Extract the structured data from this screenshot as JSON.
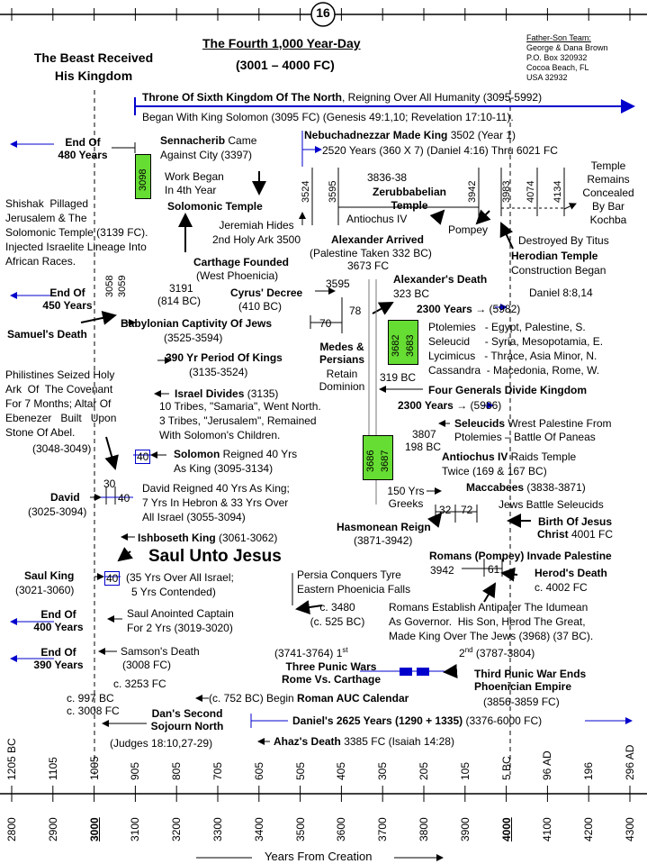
{
  "page_number": "16",
  "title_left": [
    "The Beast Received",
    "His Kingdom"
  ],
  "title_main": "The Fourth 1,000 Year-Day",
  "title_sub": "(3001 – 4000 FC)",
  "team": [
    "Father-Son Team:",
    "George & Dana Brown",
    "P.O. Box 320932",
    "Cocoa Beach, FL",
    "USA 32932"
  ],
  "throne": {
    "bold": "Throne Of Sixth Kingdom Of The North",
    "rest": ", Reigning Over All Humanity (3095-5992)",
    "line2": "Began With King Solomon (3095 FC) (Genesis 49:1,10; Revelation 17:10-11)."
  },
  "big_label": "Saul Unto Jesus",
  "colors": {
    "arrow": "#0000cc",
    "green": "#66dd33"
  },
  "labels": {
    "end480": [
      "End Of",
      "480 Years"
    ],
    "sennacherib_b": "Sennacherib",
    "sennacherib_r": " Came",
    "sennacherib_2": "Against City (3397)",
    "nebu_b": "Nebuchadnezzar Made King",
    "nebu_r": " 3502 (Year 1)",
    "nebu_2": "2520 Years (360 X 7) (Daniel 4:16) Thru 6021 FC",
    "work_began": [
      "Work Began",
      "In 4th Year"
    ],
    "zerub_num": "3836-38",
    "zerub": [
      "Zerubbabelian",
      "Temple"
    ],
    "antiochus_iv_small": "Antiochus IV",
    "pompey": "Pompey",
    "temple_remains": [
      "Temple",
      "Remains",
      "Concealed",
      "By Bar",
      "Kochba"
    ],
    "shishak": "Shishak  Pillaged\nJerusalem & The\nSolomonic Temple (3139 FC).\nInjected Israelite Lineage Into\nAfrican Races.",
    "solomonic_temple": "Solomonic Temple",
    "jeremiah": [
      "Jeremiah Hides",
      "2nd Holy Ark 3500"
    ],
    "alexander_arrived": "Alexander Arrived",
    "alexander_arrived_2": "(Palestine Taken 332 BC)",
    "alexander_arrived_3": "3673 FC",
    "destroyed_titus": "Destroyed By Titus",
    "herodian_b": "Herodian Temple",
    "herodian_r": "Construction Began",
    "carthage_b": "Carthage Founded",
    "carthage_r": "(West Phoenicia)",
    "carthage_3191": "3191",
    "carthage_814": "(814 BC)",
    "alex_death_b": "Alexander's Death",
    "alex_death_r": "323 BC",
    "daniel_88": "Daniel 8:8,14",
    "end450": [
      "End Of",
      "450 Years"
    ],
    "cyrus_b": "Cyrus' Decree",
    "cyrus_r": "(410 BC)",
    "cyrus_3595": "3595",
    "y2300a_b": "2300 Years",
    "y2300a_r": "(5982)",
    "samuel_death": "Samuel's Death",
    "babylon_b": "Babylonian Captivity Of Jews",
    "babylon_r": "(3525-3594)",
    "ptolemies": "Ptolemies   - Egypt, Palestine, S.\nSeleucid     - Syria, Mesopotamia, E.\nLycimicus   - Thrace, Asia Minor, N.\nCassandra  - Macedonia, Rome, W.",
    "medes": [
      "Medes &",
      "Persians"
    ],
    "medes_r": [
      "Retain",
      "Dominion"
    ],
    "p390_b": "390 Yr Period Of Kings",
    "p390_r": "(3135-3524)",
    "bc319": "319 BC",
    "philistines": "Philistines Seized Holy\nArk  Of  The Covenant\nFor 7 Months; Altar Of\nEbenezer   Built   Upon\nStone Of Abel.",
    "israel_div_b": "Israel Divides",
    "israel_div_r": " (3135)",
    "israel_div_2": "10 Tribes, \"Samaria\", Went North.\n3 Tribes, \"Jerusalem\", Remained\nWith Solomon's Children.",
    "four_generals": "Four Generals Divide Kingdom",
    "y2300b_b": "2300 Years",
    "y2300b_r": "(5986)",
    "seleucids_b": "Seleucids",
    "seleucids_r": " Wrest Palestine From",
    "seleucids_2": "Ptolemies – Battle Of Paneas",
    "n3807": "3807",
    "bc198": "198 BC",
    "y3048": "(3048-3049)",
    "solomon_b": "Solomon",
    "solomon_r": " Reigned 40 Yrs",
    "solomon_2": "As King (3095-3134)",
    "antiochus_b": "Antiochus IV",
    "antiochus_r": " Raids Temple",
    "antiochus_2": "Twice (169 & 167 BC)",
    "david_2": "David Reigned 40 Yrs As King;\n7 Yrs In Hebron & 33 Yrs Over\nAll Israel (3055-3094)",
    "david_b": "David",
    "david_r": "(3025-3094)",
    "maccabees_b": "Maccabees",
    "maccabees_r": " (3838-3871)",
    "jews_battle": "Jews Battle Seleucids",
    "years150": [
      "150 Yrs",
      "Greeks"
    ],
    "birth_b": [
      "Birth Of Jesus",
      "Christ"
    ],
    "birth_r": " 4001 FC",
    "hasmonean_b": "Hasmonean Reign",
    "hasmonean_r": "(3871-3942)",
    "ishboseth_b": "Ishboseth King",
    "ishboseth_r": " (3061-3062)",
    "romans_b": "Romans (Pompey) Invade Palestine",
    "n3942": "3942",
    "saul_b": "Saul King",
    "saul_r": "(3021-3060)",
    "saul_2": [
      "(35 Yrs Over All Israel;",
      "5 Yrs Contended)"
    ],
    "persia": [
      "Persia Conquers Tyre",
      "Eastern Phoenicia Falls"
    ],
    "herod_death_b": "Herod's Death",
    "herod_death_r": "c. 4002 FC",
    "c3480": [
      "c. 3480",
      "(c. 525 BC)"
    ],
    "romans_establish": "Romans Establish Antipater The Idumean\nAs Governor.  His Son, Herod The Great,\nMade King Over The Jews (3968) (37 BC).",
    "end400": [
      "End Of",
      "400 Years"
    ],
    "saul_anointed": [
      "Saul Anointed Captain",
      "For 2 Yrs (3019-3020)"
    ],
    "end390": [
      "End Of",
      "390 Years"
    ],
    "samson": "Samson's Death",
    "samson_2": "(3008 FC)",
    "punic_1": "(3741-3764) 1st",
    "punic_2": "2nd  (3787-3804)",
    "punic_b": [
      "Three Punic Wars",
      "Rome Vs. Carthage"
    ],
    "third_punic_b": [
      "Third Punic War Ends",
      "Phoenician Empire"
    ],
    "third_punic_r": "(3856-3859 FC)",
    "c3253": "c. 3253 FC",
    "roman_auc": "(c. 752 BC) Begin ",
    "roman_auc_b": "Roman AUC Calendar",
    "c997": [
      "c. 997  BC",
      "c. 3008 FC"
    ],
    "dan_b": [
      "Dan's Second",
      "Sojourn North"
    ],
    "dan_r": "(Judges 18:10,27-29)",
    "daniel2625_b": "Daniel's 2625 Years",
    "daniel2625_b2": " (1290 + 1335)",
    "daniel2625_r": " (3376-6000 FC)",
    "ahaz_b": "Ahaz's Death",
    "ahaz_r": " 3385 FC (Isaiah 14:28)"
  },
  "vertical_labels": [
    "3058",
    "3059",
    "3524",
    "3595",
    "3942",
    "3983",
    "4074",
    "4134"
  ],
  "green_boxes": [
    [
      "3098"
    ],
    [
      "3682",
      "3683"
    ],
    [
      "3686",
      "3687"
    ]
  ],
  "span_numbers": {
    "n70": "70",
    "n78": "78",
    "n40a": "40",
    "n30": "30",
    "n40b": "40",
    "n40c": "40",
    "n32": "32",
    "n72": "72",
    "n61": "61"
  },
  "scale_bc": [
    "1205 BC",
    "1105",
    "1005",
    "905",
    "805",
    "705",
    "605",
    "505",
    "405",
    "305",
    "205",
    "105",
    "5 BC",
    "96 AD",
    "196",
    "296 AD"
  ],
  "scale_fc": [
    "2800",
    "2900",
    "3000",
    "3100",
    "3200",
    "3300",
    "3400",
    "3500",
    "3600",
    "3700",
    "3800",
    "3900",
    "4000",
    "4100",
    "4200",
    "4300"
  ],
  "footer": "Years From Creation"
}
